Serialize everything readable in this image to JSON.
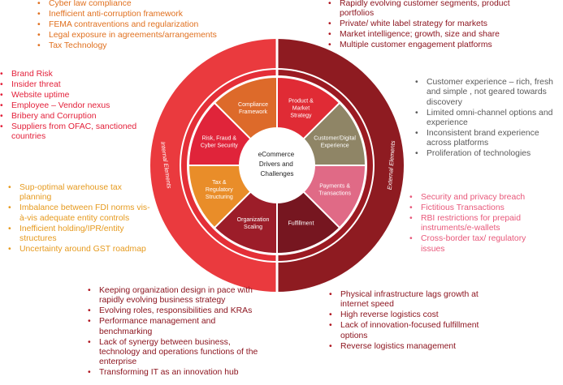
{
  "center": {
    "lines": [
      "eCommerce",
      "Drivers and",
      "Challenges"
    ]
  },
  "ring": {
    "internal": "Internal Elements",
    "external": "External Elements"
  },
  "segments": [
    {
      "lines": [
        "Compliance",
        "Framework"
      ],
      "color": "#dd6a2a"
    },
    {
      "lines": [
        "Product &",
        "Market",
        "Strategy"
      ],
      "color": "#e02b35"
    },
    {
      "lines": [
        "Customer/Digital",
        "Experience"
      ],
      "color": "#8f8566"
    },
    {
      "lines": [
        "Payments &",
        "Transactions"
      ],
      "color": "#e06a86"
    },
    {
      "lines": [
        "Fulfillment"
      ],
      "color": "#761620"
    },
    {
      "lines": [
        "Organization",
        "Scaling"
      ],
      "color": "#9c1d29"
    },
    {
      "lines": [
        "Tax &",
        "Regulatory",
        "Structuring"
      ],
      "color": "#e98d29"
    },
    {
      "lines": [
        "Risk, Fraud &",
        "Cyber Security"
      ],
      "color": "#e0243a"
    }
  ],
  "colors": {
    "inner_ring_left": "#e42f37",
    "inner_ring_right": "#9b1a22",
    "outer_ring_left": "#ea3a3e",
    "outer_ring_right": "#8e1b21",
    "gap": "#ffffff"
  },
  "lists": {
    "compliance": [
      "Cyber law compliance",
      "Inefficient anti-corruption framework",
      "FEMA contraventions and regularization",
      "Legal exposure in agreements/arrangements",
      "Tax Technology"
    ],
    "product": [
      "Rapidly evolving customer segments, product portfolios",
      "Private/ white label strategy for markets",
      "Market intelligence; growth, size and share",
      "Multiple customer engagement platforms"
    ],
    "risk": [
      "Brand Risk",
      "Insider threat",
      "Website uptime",
      "Employee – Vendor nexus",
      "Bribery and Corruption",
      "Suppliers from OFAC, sanctioned countries"
    ],
    "customer": [
      "Customer experience – rich, fresh and simple , not geared towards discovery",
      "Limited omni-channel options and experience",
      "Inconsistent brand experience across platforms",
      "Proliferation of technologies"
    ],
    "tax": [
      "Sup-optimal warehouse tax planning",
      "Imbalance between FDI norms vis-à-vis adequate entity controls",
      "Inefficient holding/IPR/entity structures",
      "Uncertainty around GST roadmap"
    ],
    "payments": [
      "Security and privacy breach",
      "Fictitious Transactions",
      "RBI restrictions for prepaid instruments/e-wallets",
      "Cross-border tax/ regulatory issues"
    ],
    "organization": [
      "Keeping organization design in pace with rapidly evolving business strategy",
      "Evolving roles, responsibilities and KRAs",
      "Performance management and benchmarking",
      "Lack of synergy between business, technology and operations functions of the enterprise",
      "Transforming IT as an innovation hub"
    ],
    "fulfillment": [
      "Physical infrastructure lags growth at internet speed",
      "High reverse logistics cost",
      "Lack of innovation-focused fulfillment options",
      "Reverse logistics management"
    ]
  }
}
